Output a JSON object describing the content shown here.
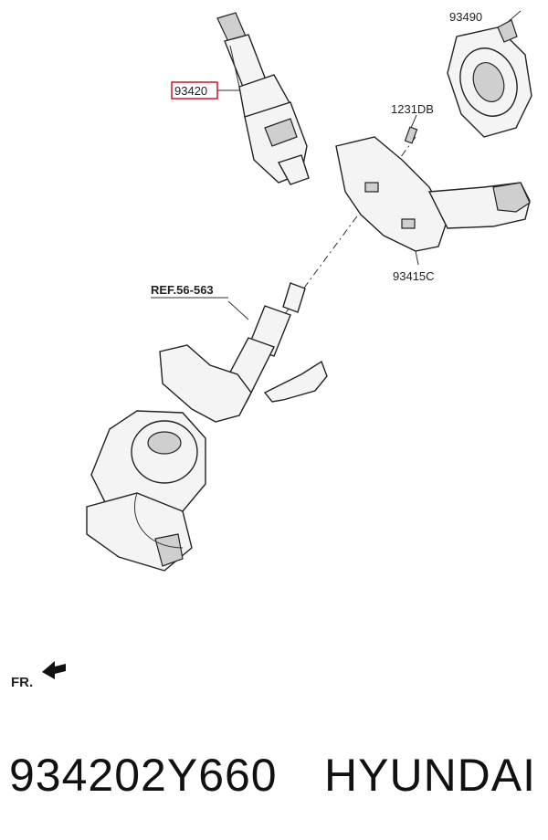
{
  "callouts": {
    "c93420": "93420",
    "c93490": "93490",
    "c1231DB": "1231DB",
    "c93415C": "93415C",
    "ref": "REF.56-563"
  },
  "orientation": {
    "label": "FR."
  },
  "footer": {
    "part_number": "934202Y660",
    "brand": "HYUNDAI"
  },
  "colors": {
    "highlight": "#d0021b",
    "line": "#222222"
  }
}
